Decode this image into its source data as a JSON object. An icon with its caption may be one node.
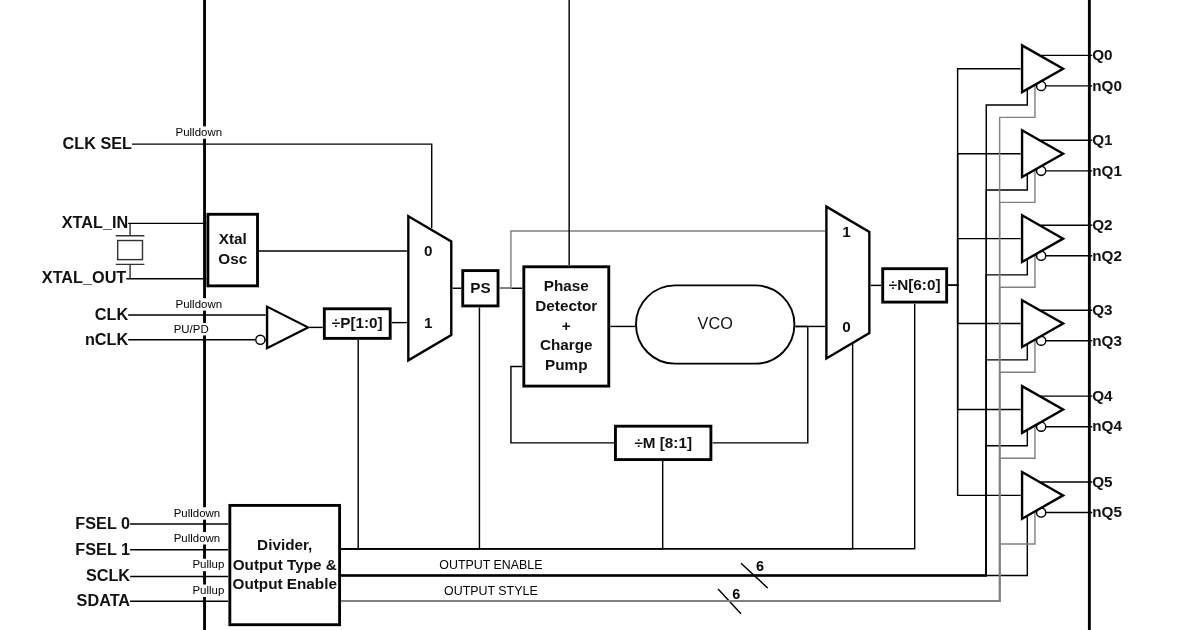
{
  "diagram": {
    "nodes": [
      {
        "text": [
          "CLK SEL"
        ]
      },
      {
        "text": [
          "XTAL_IN"
        ]
      },
      {
        "text": [
          "XTAL_OUT"
        ]
      },
      {
        "text": [
          "CLK"
        ]
      },
      {
        "text": [
          "nCLK"
        ]
      },
      {
        "text": [
          "Xtal Osc"
        ]
      },
      {
        "text": [],
        "shape": "triangle"
      },
      {
        "text": [
          "÷P[1:0]"
        ]
      },
      {
        "text": [
          "0",
          "1"
        ]
      },
      {
        "text": [
          "PS"
        ]
      },
      {
        "text": [
          "Phase Detector + Charge Pump"
        ]
      },
      {
        "text": [
          "VCO"
        ]
      },
      {
        "text": [
          "÷M [8:1]"
        ]
      },
      {
        "text": [
          "1",
          "0"
        ]
      },
      {
        "text": [
          "÷N[6:0]"
        ]
      },
      {
        "text": [],
        "shape": "triangle"
      },
      {
        "text": [],
        "shape": "triangle"
      },
      {
        "text": [],
        "shape": "triangle"
      },
      {
        "text": [],
        "shape": "triangle"
      },
      {
        "text": [],
        "shape": "triangle"
      },
      {
        "text": [],
        "shape": "triangle"
      },
      {
        "text": [
          "Q0"
        ]
      },
      {
        "text": [
          "nQ0"
        ]
      },
      {
        "text": [
          "Q1"
        ]
      },
      {
        "text": [
          "nQ1"
        ]
      },
      {
        "text": [
          "Q2"
        ]
      },
      {
        "text": [
          "nQ2"
        ]
      },
      {
        "text": [
          "Q3"
        ]
      },
      {
        "text": [
          "nQ3"
        ]
      },
      {
        "text": [
          "Q4"
        ]
      },
      {
        "text": [
          "nQ4"
        ]
      },
      {
        "text": [
          "Q5"
        ]
      },
      {
        "text": [
          "nQ5"
        ]
      },
      {
        "text": [
          "FSEL 0"
        ]
      },
      {
        "text": [
          "FSEL 1"
        ]
      },
      {
        "text": [
          "SCLK"
        ]
      },
      {
        "text": [
          "SDATA"
        ]
      },
      {
        "text": [
          "Divider, Output Type & Output Enable"
        ]
      }
    ],
    "edges": [
      {
        "from": 0,
        "to": 8,
        "arrow": "none",
        "label": "Pulldown"
      },
      {
        "from": 1,
        "to": 5,
        "arrow": "none"
      },
      {
        "from": 2,
        "to": 5,
        "arrow": "none"
      },
      {
        "from": 3,
        "to": 6,
        "arrow": "none",
        "label": "Pulldown"
      },
      {
        "from": 4,
        "to": 6,
        "arrow": "other",
        "label": "PU/PD"
      },
      {
        "from": 5,
        "to": 8,
        "arrow": "none"
      },
      {
        "from": 6,
        "to": 7,
        "arrow": "none"
      },
      {
        "from": 7,
        "to": 8,
        "arrow": "none"
      },
      {
        "from": 8,
        "to": 9,
        "arrow": "none"
      },
      {
        "from": 9,
        "to": 10,
        "arrow": "none"
      },
      {
        "from": 9,
        "to": 13,
        "arrow": "none",
        "color": "#808080"
      },
      {
        "from": 10,
        "to": 11,
        "arrow": "none"
      },
      {
        "from": 11,
        "to": 13,
        "arrow": "none"
      },
      {
        "from": 11,
        "to": 12,
        "arrow": "none"
      },
      {
        "from": 12,
        "to": 10,
        "arrow": "none"
      },
      {
        "from": 10,
        "to": null,
        "arrow": "none"
      },
      {
        "from": 13,
        "to": 14,
        "arrow": "none"
      },
      {
        "from": 14,
        "to": 15,
        "arrow": "none"
      },
      {
        "from": 15,
        "to": 21,
        "arrow": "none"
      },
      {
        "from": 15,
        "to": 22,
        "arrow": "other"
      },
      {
        "from": 14,
        "to": 16,
        "arrow": "none"
      },
      {
        "from": 16,
        "to": 23,
        "arrow": "none"
      },
      {
        "from": 16,
        "to": 24,
        "arrow": "other"
      },
      {
        "from": 14,
        "to": 17,
        "arrow": "none"
      },
      {
        "from": 17,
        "to": 25,
        "arrow": "none"
      },
      {
        "from": 17,
        "to": 26,
        "arrow": "other"
      },
      {
        "from": 14,
        "to": 18,
        "arrow": "none"
      },
      {
        "from": 18,
        "to": 27,
        "arrow": "none"
      },
      {
        "from": 18,
        "to": 28,
        "arrow": "other"
      },
      {
        "from": 14,
        "to": 19,
        "arrow": "none"
      },
      {
        "from": 19,
        "to": 29,
        "arrow": "none"
      },
      {
        "from": 19,
        "to": 30,
        "arrow": "other"
      },
      {
        "from": 14,
        "to": 20,
        "arrow": "none"
      },
      {
        "from": 20,
        "to": 31,
        "arrow": "none"
      },
      {
        "from": 20,
        "to": 32,
        "arrow": "other"
      },
      {
        "from": 33,
        "to": 37,
        "arrow": "none",
        "label": "Pulldown"
      },
      {
        "from": 34,
        "to": 37,
        "arrow": "none",
        "label": "Pulldown"
      },
      {
        "from": 35,
        "to": 37,
        "arrow": "none",
        "label": "Pullup"
      },
      {
        "from": 36,
        "to": 37,
        "arrow": "none",
        "label": "Pullup"
      },
      {
        "from": 37,
        "to": 7,
        "arrow": "none"
      },
      {
        "from": 37,
        "to": 9,
        "arrow": "none"
      },
      {
        "from": 37,
        "to": 12,
        "arrow": "none"
      },
      {
        "from": 37,
        "to": 13,
        "arrow": "none"
      },
      {
        "from": 37,
        "to": 14,
        "arrow": "none"
      },
      {
        "from": 37,
        "to": 15,
        "arrow": "none",
        "label": "OUTPUT ENABLE"
      },
      {
        "from": 37,
        "to": 16,
        "arrow": "none"
      },
      {
        "from": 37,
        "to": 17,
        "arrow": "none"
      },
      {
        "from": 37,
        "to": 18,
        "arrow": "none"
      },
      {
        "from": 37,
        "to": 19,
        "arrow": "none"
      },
      {
        "from": 37,
        "to": 20,
        "arrow": "none"
      },
      {
        "from": 37,
        "to": 15,
        "arrow": "none",
        "color": "#808080",
        "label": "OUTPUT STYLE"
      },
      {
        "from": 37,
        "to": 16,
        "arrow": "none",
        "color": "#808080"
      },
      {
        "from": 37,
        "to": 17,
        "arrow": "none",
        "color": "#808080"
      },
      {
        "from": 37,
        "to": 18,
        "arrow": "none",
        "color": "#808080"
      },
      {
        "from": 37,
        "to": 19,
        "arrow": "none",
        "color": "#808080"
      },
      {
        "from": 37,
        "to": 20,
        "arrow": "none",
        "color": "#808080"
      }
    ],
    "labels": [
      "6",
      "6"
    ]
  }
}
